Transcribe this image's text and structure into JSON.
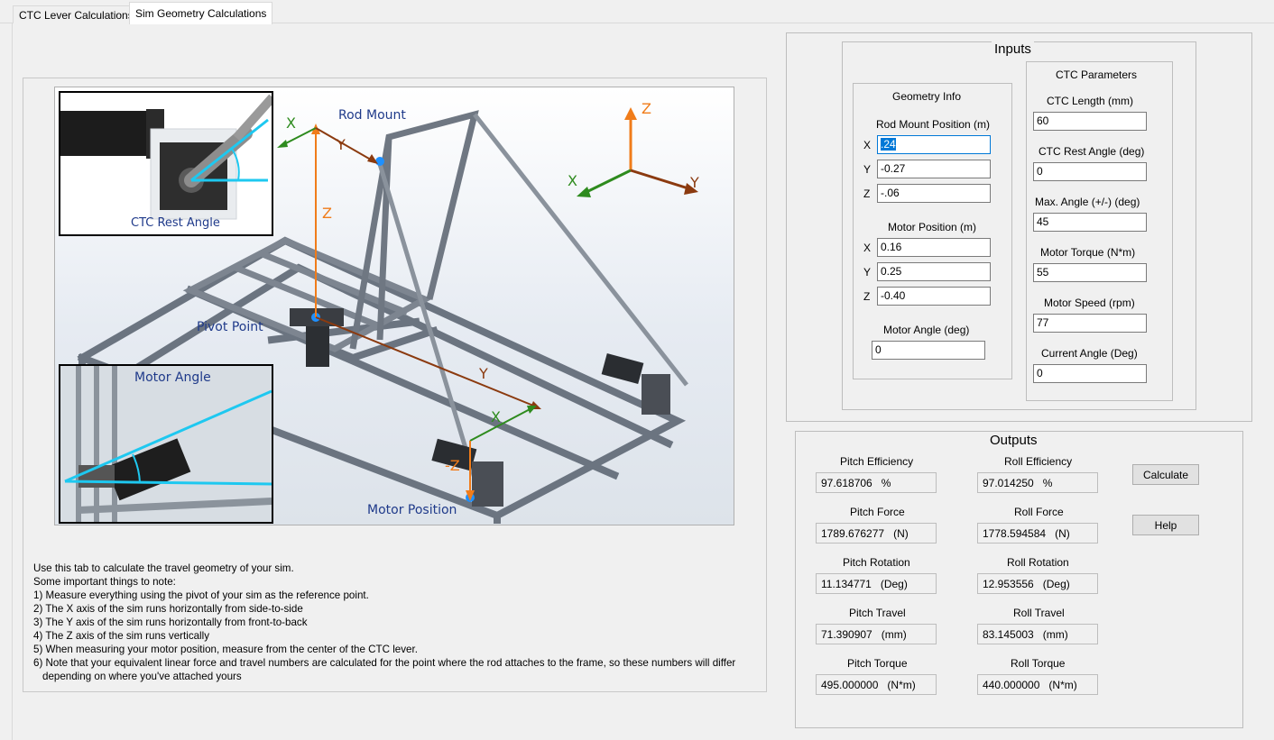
{
  "tabs": [
    {
      "label": "CTC Lever Calculations"
    },
    {
      "label": "Sim Geometry Calculations"
    }
  ],
  "diagram": {
    "labels": {
      "rod_mount": "Rod Mount",
      "pivot_point": "Pivot Point",
      "motor_position": "Motor Position",
      "ctc_rest_angle": "CTC Rest Angle",
      "motor_angle": "Motor Angle"
    },
    "axes": {
      "x": "X",
      "y": "Y",
      "z": "Z",
      "neg_z": "-Z"
    }
  },
  "notes": [
    "Use this tab to calculate the travel geometry of your sim.",
    "Some important things to note:",
    "1) Measure everything using the pivot of your sim as the reference point.",
    "2) The X axis of the sim runs horizontally from side-to-side",
    "3) The Y axis of the sim runs horizontally from front-to-back",
    "4) The Z axis of the sim runs vertically",
    "5) When measuring your motor position, measure from the center of the CTC lever.",
    "6) Note that your equivalent linear force and travel numbers are calculated for the point where the rod attaches to the frame, so these numbers will differ depending on where you've attached yours"
  ],
  "inputs": {
    "title": "Inputs",
    "geometry": {
      "title": "Geometry Info",
      "rod_mount_label": "Rod Mount Position (m)",
      "rod_mount": {
        "x_label": "X",
        "x": ".24",
        "y_label": "Y",
        "y": "-0.27",
        "z_label": "Z",
        "z": "-.06"
      },
      "motor_label": "Motor Position (m)",
      "motor": {
        "x_label": "X",
        "x": "0.16",
        "y_label": "Y",
        "y": "0.25",
        "z_label": "Z",
        "z": "-0.40"
      },
      "motor_angle_label": "Motor Angle (deg)",
      "motor_angle": "0"
    },
    "ctc": {
      "title": "CTC Parameters",
      "length_label": "CTC Length (mm)",
      "length": "60",
      "rest_angle_label": "CTC Rest Angle (deg)",
      "rest_angle": "0",
      "max_angle_label": "Max. Angle (+/-) (deg)",
      "max_angle": "45",
      "motor_torque_label": "Motor Torque (N*m)",
      "motor_torque": "55",
      "motor_speed_label": "Motor Speed (rpm)",
      "motor_speed": "77",
      "current_angle_label": "Current Angle (Deg)",
      "current_angle": "0"
    }
  },
  "outputs": {
    "title": "Outputs",
    "pitch_efficiency_label": "Pitch Efficiency",
    "pitch_efficiency": "97.618706   %",
    "roll_efficiency_label": "Roll Efficiency",
    "roll_efficiency": "97.014250   %",
    "pitch_force_label": "Pitch Force",
    "pitch_force": "1789.676277   (N)",
    "roll_force_label": "Roll Force",
    "roll_force": "1778.594584   (N)",
    "pitch_rotation_label": "Pitch Rotation",
    "pitch_rotation": "11.134771   (Deg)",
    "roll_rotation_label": "Roll Rotation",
    "roll_rotation": "12.953556   (Deg)",
    "pitch_travel_label": "Pitch Travel",
    "pitch_travel": "71.390907   (mm)",
    "roll_travel_label": "Roll Travel",
    "roll_travel": "83.145003   (mm)",
    "pitch_torque_label": "Pitch Torque",
    "pitch_torque": "495.000000   (N*m)",
    "roll_torque_label": "Roll Torque",
    "roll_torque": "440.000000   (N*m)"
  },
  "buttons": {
    "calculate": "Calculate",
    "help": "Help"
  },
  "colors": {
    "selection": "#0078d7",
    "axis_x": "#2e8b1e",
    "axis_y": "#8b3a0f",
    "axis_z": "#f07c1a",
    "label_blue": "#1f3a8a",
    "highlight_cyan": "#1ec8f0"
  }
}
